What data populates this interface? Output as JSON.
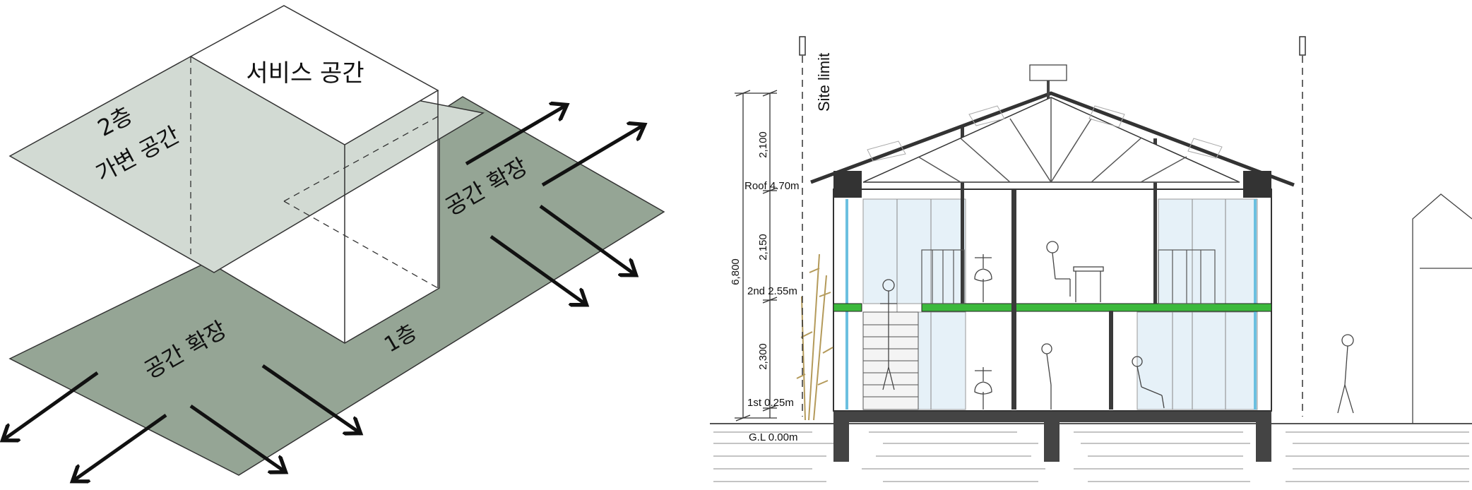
{
  "diagram_left": {
    "service_label": "서비스 공간",
    "floor2_line1": "2층",
    "floor2_line2": "가변 공간",
    "floor1_label": "1층",
    "expansion_upper": "공간 확장",
    "expansion_lower": "공간 확장",
    "colors": {
      "floor2": "#d2dad3",
      "floor1": "#95a595",
      "outline": "#222222"
    }
  },
  "section": {
    "site_limit": "Site limit",
    "levels": [
      {
        "label": "Roof 4.70m"
      },
      {
        "label": "2nd 2.55m"
      },
      {
        "label": "1st 0.25m"
      },
      {
        "label": "G.L 0.00m"
      }
    ],
    "dims": {
      "total": "6,800",
      "upper": "2,100",
      "middle": "2,150",
      "lower": "2,300"
    },
    "colors": {
      "slab": "#3cb93c",
      "glass": "#e6f1f8",
      "glass_accent": "#6cc0e0",
      "structure": "#3a3a3a",
      "foundation": "#444444"
    }
  }
}
